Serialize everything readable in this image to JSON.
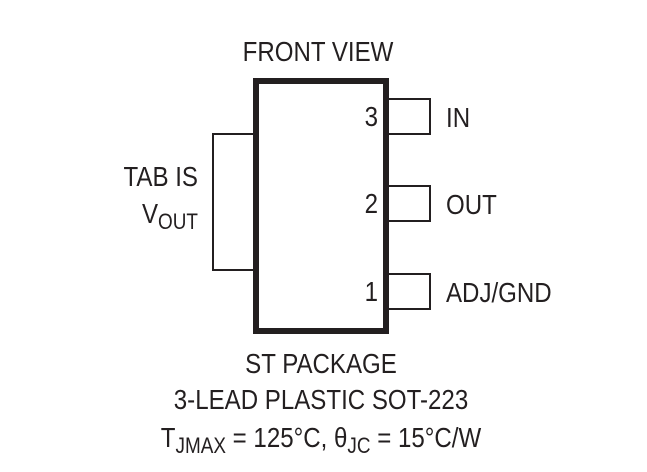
{
  "header": {
    "title": "FRONT VIEW"
  },
  "tab": {
    "line1": "TAB IS",
    "line2_main": "V",
    "line2_sub": "OUT"
  },
  "pins": [
    {
      "number": "3",
      "name": "IN"
    },
    {
      "number": "2",
      "name": "OUT"
    },
    {
      "number": "1",
      "name": "ADJ/GND"
    }
  ],
  "footer": {
    "line1": "ST PACKAGE",
    "line2": "3-LEAD PLASTIC SOT-223",
    "line3": {
      "t": "T",
      "t_sub": "JMAX",
      "t_value": " = 125°C, ",
      "theta": "θ",
      "theta_sub": "JC",
      "theta_value": " = 15°C/W"
    }
  },
  "colors": {
    "ink": "#231f20",
    "background": "#ffffff"
  }
}
